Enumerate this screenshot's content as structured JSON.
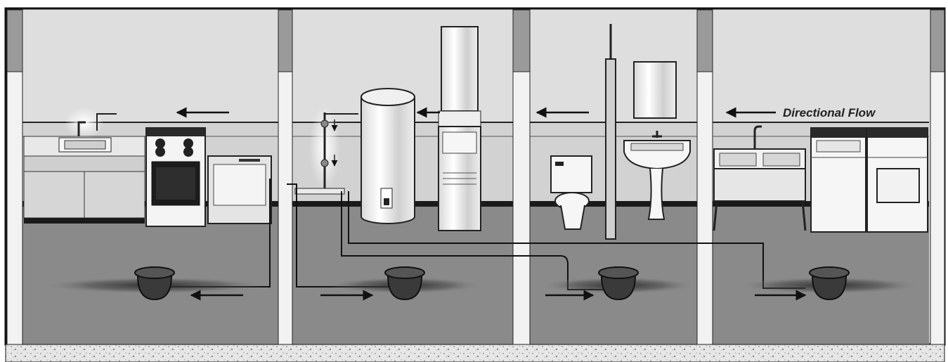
{
  "labels": {
    "directional_flow": "Directional Flow"
  },
  "colors": {
    "wall": "#dcdcdc",
    "floor": "#8a8a8a",
    "baseboard": "#1a1a1a",
    "column": "#f2f2f2",
    "column_cap": "#9a9a9a",
    "appliance": "#f4f4f4",
    "outline": "#222222",
    "pipe": "#111111"
  },
  "rooms": [
    {
      "name": "kitchen",
      "fixtures": [
        "sink-icon",
        "stove-icon",
        "dishwasher-icon",
        "floor-drain-icon"
      ]
    },
    {
      "name": "utility",
      "fixtures": [
        "water-heater-icon",
        "furnace-icon",
        "floor-drain-icon"
      ]
    },
    {
      "name": "bathroom",
      "fixtures": [
        "toilet-icon",
        "pedestal-sink-icon",
        "mirror-icon",
        "floor-drain-icon"
      ]
    },
    {
      "name": "laundry",
      "fixtures": [
        "laundry-tub-icon",
        "washer-icon",
        "dryer-icon",
        "floor-drain-icon"
      ]
    }
  ]
}
